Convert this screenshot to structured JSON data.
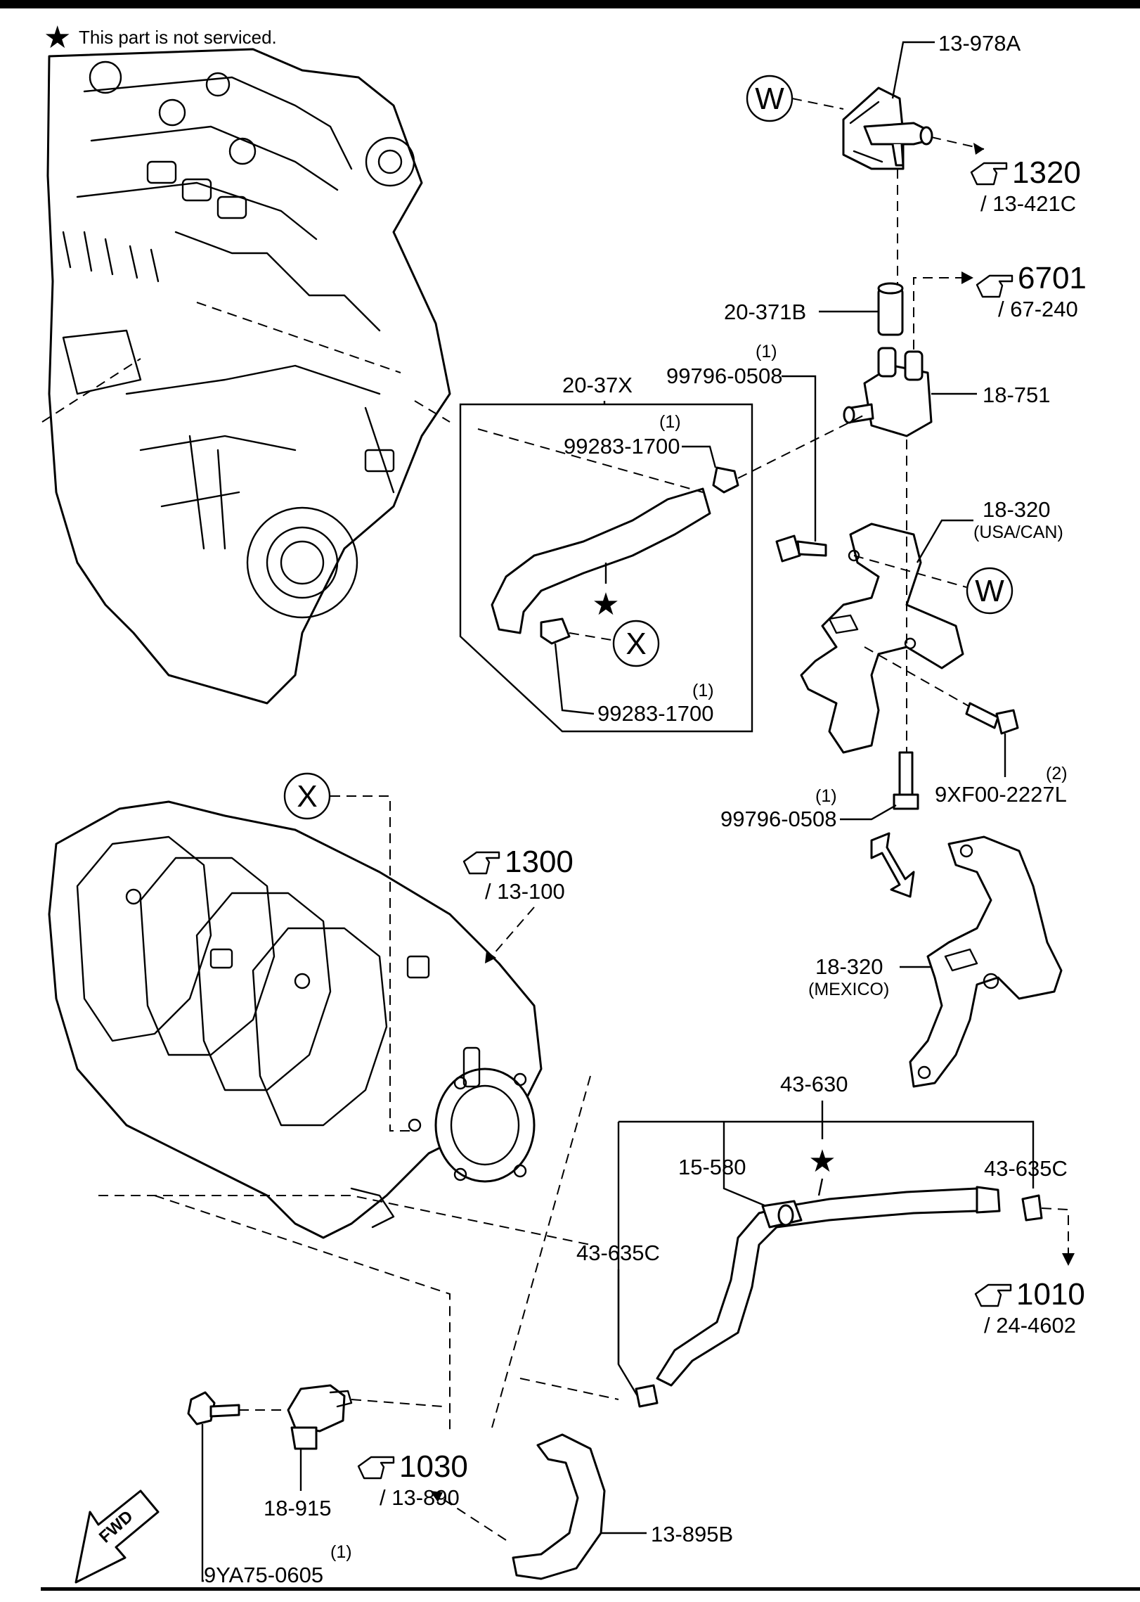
{
  "note": {
    "star": "★",
    "text": "This part is not serviced."
  },
  "callouts": {
    "c1320": {
      "num": "1320",
      "sub": "/ 13-421C"
    },
    "c6701": {
      "num": "6701",
      "sub": "/ 67-240"
    },
    "c1300": {
      "num": "1300",
      "sub": "/ 13-100"
    },
    "c1010": {
      "num": "1010",
      "sub": "/ 24-4602"
    },
    "c1030": {
      "num": "1030",
      "sub": "/ 13-890"
    }
  },
  "parts": {
    "p13_978A": "13-978A",
    "p20_371B": "20-371B",
    "p18_751": "18-751",
    "p20_37X": "20-37X",
    "p99796_0508_top": {
      "qty": "(1)",
      "num": "99796-0508"
    },
    "p99283_1700_top": {
      "qty": "(1)",
      "num": "99283-1700"
    },
    "p99283_1700_bot": {
      "qty": "(1)",
      "num": "99283-1700"
    },
    "p18_320_usa": {
      "num": "18-320",
      "note": "(USA/CAN)"
    },
    "p9XF00_2227L": {
      "qty": "(2)",
      "num": "9XF00-2227L"
    },
    "p99796_0508_bot": {
      "qty": "(1)",
      "num": "99796-0508"
    },
    "p18_320_mex": {
      "num": "18-320",
      "note": "(MEXICO)"
    },
    "p43_630": "43-630",
    "p15_580": "15-580",
    "p43_635C_right": "43-635C",
    "p43_635C_left": "43-635C",
    "p18_915": "18-915",
    "p13_895B": "13-895B",
    "p9YA75_0605": {
      "qty": "(1)",
      "num": "9YA75-0605"
    }
  },
  "markers": {
    "w": "W",
    "x": "X",
    "star": "★"
  },
  "fwd": "FWD"
}
